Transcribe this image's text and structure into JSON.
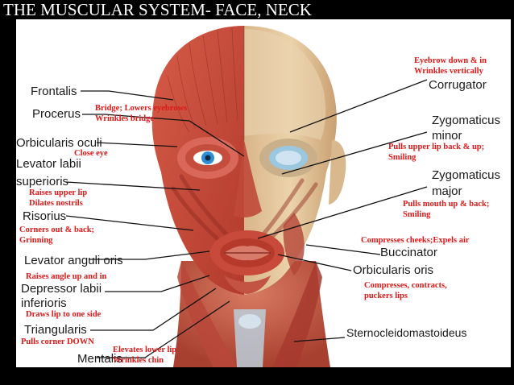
{
  "title": "THE MUSCULAR SYSTEM- FACE, NECK",
  "colors": {
    "background": "#000000",
    "panel": "#ffffff",
    "muscle": "#c94a3a",
    "skin": "#e8c9a0",
    "note": "#e01818",
    "leader": "#111111"
  },
  "muscles": {
    "frontalis": "Frontalis",
    "procerus": "Procerus",
    "orbicularis_oculi": "Orbicularis oculi",
    "levator_labii_1": "Levator labii",
    "levator_labii_2": "superioris",
    "risorius": "Risorius",
    "levator_anguli_oris": "Levator anguli oris",
    "depressor_labii_1": "Depressor labii",
    "depressor_labii_2": "inferioris",
    "triangularis": "Triangularis",
    "mentalis": "Mentalis",
    "corrugator": "Corrugator",
    "zygomaticus_minor_1": "Zygomaticus",
    "zygomaticus_minor_2": "minor",
    "zygomaticus_major_1": "Zygomaticus",
    "zygomaticus_major_2": "major",
    "buccinator": "Buccinator",
    "orbicularis_oris": "Orbicularis oris",
    "sternocleidomastoideus": "Sternocleidomastoideus"
  },
  "notes": {
    "corrugator": [
      "Eyebrow down & in",
      "Wrinkles vertically"
    ],
    "procerus": [
      "Bridge; Lowers eyebrows",
      "Wrinkles bridge"
    ],
    "orbicularis_oculi": [
      "Close eye"
    ],
    "zygomaticus_minor": [
      "Pulls upper lip back & up;",
      "Smiling"
    ],
    "levator_labii": [
      "Raises upper lip",
      "Dilates nostrils"
    ],
    "zygomaticus_major": [
      "Pulls mouth up & back;",
      "Smiling"
    ],
    "risorius": [
      "Corners out & back;",
      "Grinning"
    ],
    "buccinator": [
      "Compresses cheeks;Expels air"
    ],
    "levator_anguli_oris": [
      "Raises angle up and in"
    ],
    "orbicularis_oris": [
      "Compresses, contracts,",
      "puckers lips"
    ],
    "depressor_labii": [
      "Draws lip to one side"
    ],
    "triangularis": [
      "Pulls corner DOWN"
    ],
    "mentalis": [
      "Elevates lower lip",
      "Wrinkles chin"
    ]
  }
}
